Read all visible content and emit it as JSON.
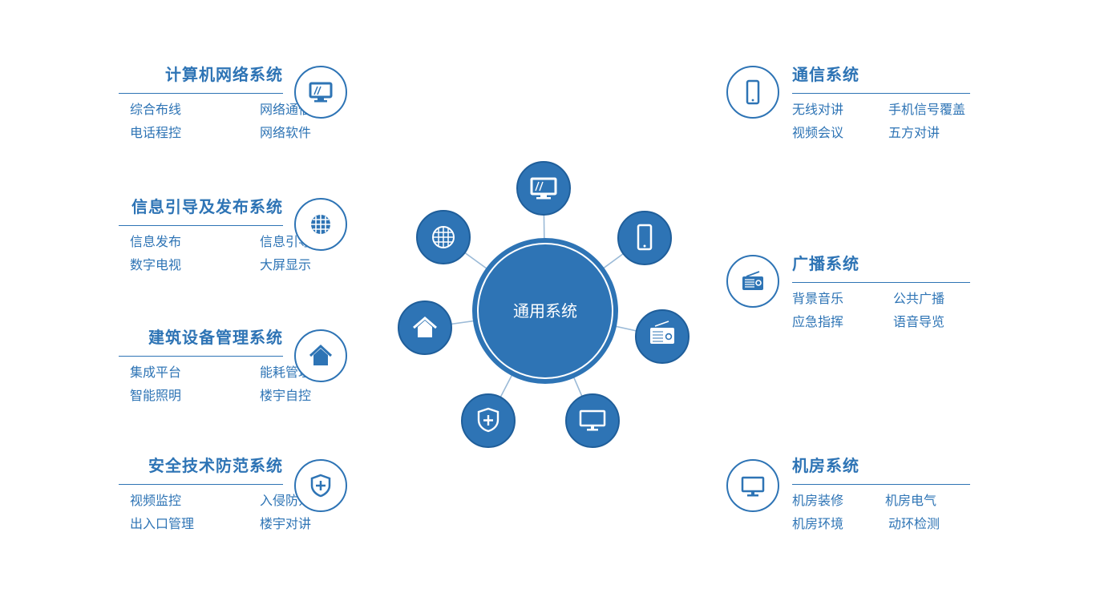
{
  "center": {
    "label": "通用系统"
  },
  "colors": {
    "primary": "#2e74b5",
    "dark": "#1f5e9a",
    "line": "#9bbad7"
  },
  "left_panels": [
    {
      "title": "计算机网络系统",
      "icon": "monitor-icon",
      "items": [
        "综合布线",
        "网络通信",
        "电话程控",
        "网络软件"
      ]
    },
    {
      "title": "信息引导及发布系统",
      "icon": "globe-icon",
      "items": [
        "信息发布",
        "信息引导",
        "数字电视",
        "大屏显示"
      ]
    },
    {
      "title": "建筑设备管理系统",
      "icon": "house-icon",
      "items": [
        "集成平台",
        "能耗管理",
        "智能照明",
        "楼宇自控"
      ]
    },
    {
      "title": "安全技术防范系统",
      "icon": "shield-icon",
      "items": [
        "视频监控",
        "入侵防范",
        "出入口管理",
        "楼宇对讲"
      ]
    }
  ],
  "right_panels": [
    {
      "title": "通信系统",
      "icon": "phone-icon",
      "items": [
        "无线对讲",
        "手机信号覆盖",
        "视频会议",
        "五方对讲"
      ]
    },
    {
      "title": "广播系统",
      "icon": "radio-icon",
      "items": [
        "背景音乐",
        "公共广播",
        "应急指挥",
        "语音导览"
      ]
    },
    {
      "title": "机房系统",
      "icon": "display-icon",
      "items": [
        "机房装修",
        "机房电气",
        "机房环境",
        "动环检测"
      ]
    }
  ],
  "satellites": [
    "monitor-icon",
    "phone-icon",
    "radio-icon",
    "display-icon",
    "shield-icon",
    "house-icon",
    "globe-icon"
  ]
}
